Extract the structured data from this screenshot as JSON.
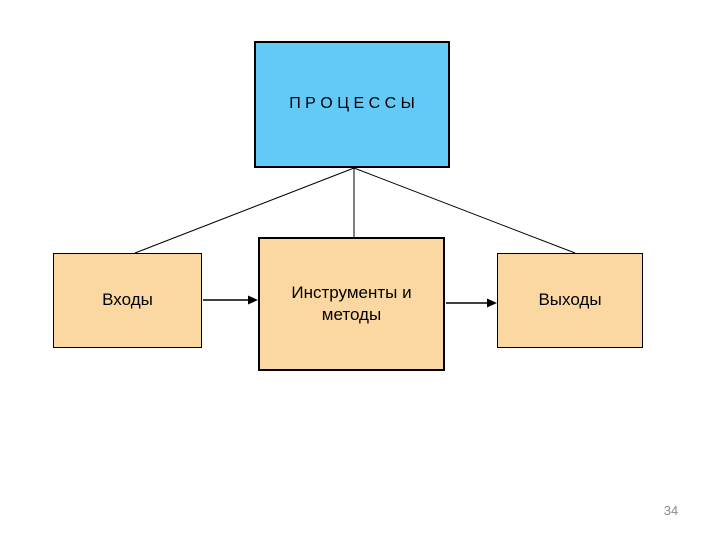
{
  "slide": {
    "background_color": "#FFFFFF",
    "page_number": "34",
    "page_number_color": "#8C8C8C"
  },
  "diagram": {
    "process_box": {
      "label": "П Р О Ц Е С С Ы",
      "fill_color": "#63C9F7",
      "border_color": "#000000",
      "text_color": "#000000"
    },
    "nodes": {
      "inputs": {
        "label": "Входы"
      },
      "tools": {
        "label": "Инструменты и\nметоды"
      },
      "outputs": {
        "label": "Выходы"
      }
    },
    "node_fill_color": "#FBD8A1",
    "node_border_color": "#000000",
    "connector_color": "#000000"
  }
}
